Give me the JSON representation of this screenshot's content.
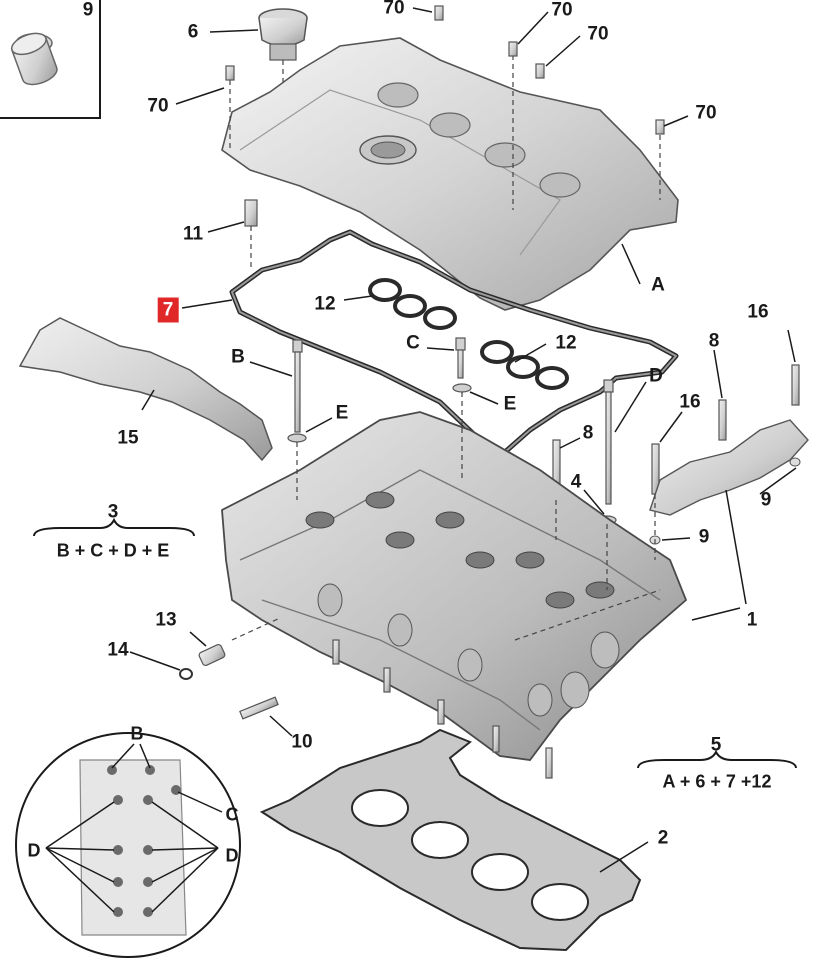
{
  "callouts": {
    "c9_box": "9",
    "c6": "6",
    "c70_top": "70",
    "c70_a": "70",
    "c70_b": "70",
    "c70_left": "70",
    "c70_right": "70",
    "c11": "11",
    "c7": "7",
    "c12_a": "12",
    "c12_b": "12",
    "cA": "A",
    "cB": "B",
    "cC": "C",
    "cD": "D",
    "cE_left": "E",
    "cE_right": "E",
    "c8_top": "8",
    "c8_mid": "8",
    "c16_top": "16",
    "c16_mid": "16",
    "c15": "15",
    "c4": "4",
    "c9_right": "9",
    "c9_lower": "9",
    "c3": "3",
    "c1": "1",
    "c13": "13",
    "c14": "14",
    "c10": "10",
    "c5": "5",
    "c2": "2"
  },
  "formulas": {
    "kit3": "B + C + D + E",
    "kit5": "A + 6 + 7 +12"
  },
  "inset": {
    "label_b": "B",
    "label_c": "C",
    "label_d_left": "D",
    "label_d_right": "D"
  },
  "colors": {
    "highlight": "#e02828",
    "ink": "#1a1a1a",
    "metal_light": "#e4e4e4",
    "metal_mid": "#c4c4c4",
    "metal_dark": "#8e8e8e"
  }
}
